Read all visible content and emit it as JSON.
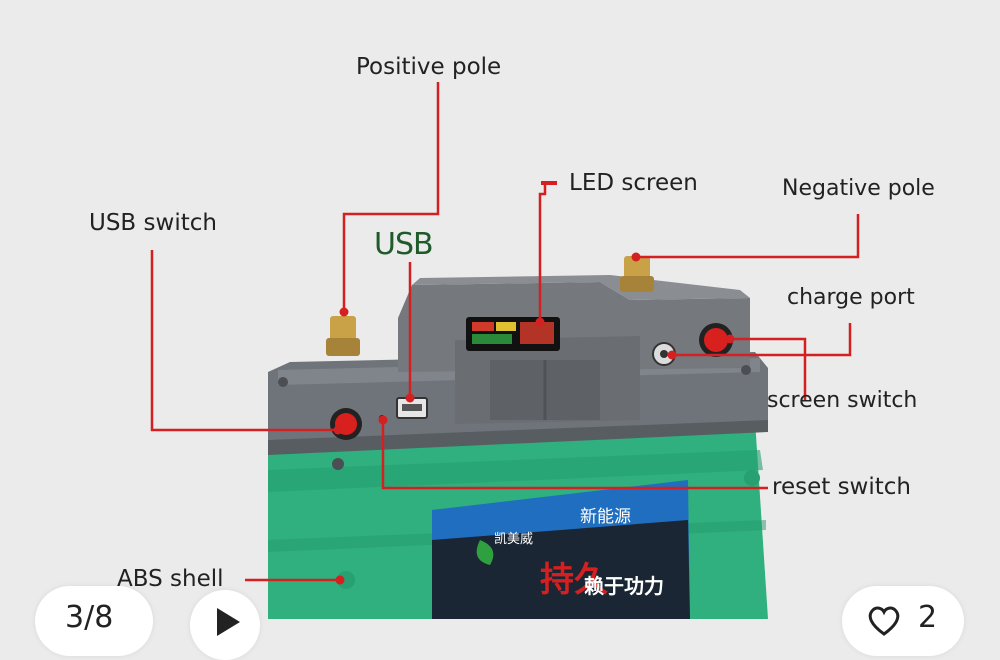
{
  "labels": {
    "positive_pole": "Positive pole",
    "led_screen": "LED screen",
    "negative_pole": "Negative pole",
    "usb_switch": "USB switch",
    "usb": "USB",
    "charge_port": "charge port",
    "screen_switch": "screen switch",
    "reset_switch": "reset switch",
    "abs_shell": "ABS shell"
  },
  "panel": {
    "brand_cn": "凯美威",
    "title_cn": "新能源",
    "slogan_big": "持久",
    "slogan_sub": "赖于功力"
  },
  "viewer": {
    "page_counter": "3/8",
    "play_icon": "play-icon",
    "like_icon": "heart-icon",
    "like_count": "2"
  },
  "colors": {
    "callout": "#d42020",
    "battery_body": "#2fb07e",
    "cap": "#6f747a",
    "usb_text": "#1e5a2a"
  }
}
